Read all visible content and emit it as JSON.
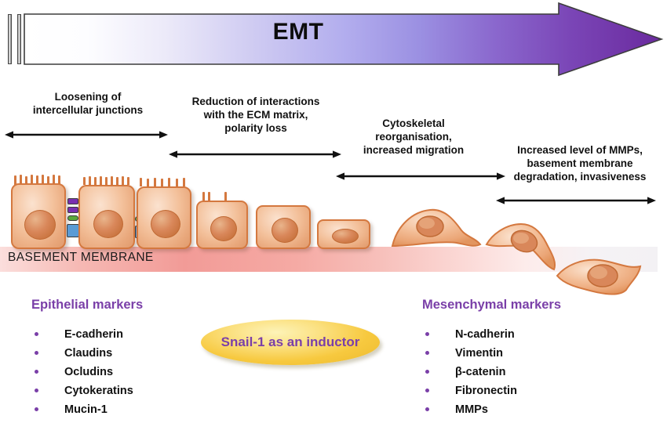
{
  "banner": {
    "label": "EMT",
    "gradient_start": "#ffffff",
    "gradient_mid": "#9b9ae8",
    "gradient_end": "#6f2fa0"
  },
  "stages": [
    {
      "id": "loosening",
      "caption": "Loosening of\nintercellular junctions",
      "arrow_label": "stage-span-arrow"
    },
    {
      "id": "ecm-reduction",
      "caption": "Reduction of interactions\nwith the ECM matrix,\npolarity loss",
      "arrow_label": "stage-span-arrow"
    },
    {
      "id": "cytoskeletal",
      "caption": "Cytoskeletal\nreorganisation,\nincreased migration",
      "arrow_label": "stage-span-arrow"
    },
    {
      "id": "mmp-invasion",
      "caption": "Increased level of MMPs,\nbasement membrane\ndegradation, invasiveness",
      "arrow_label": "stage-span-arrow"
    }
  ],
  "membrane": {
    "label": "BASEMENT MEMBRANE",
    "color": "#f29b97"
  },
  "epithelial": {
    "title": "Epithelial markers",
    "title_color": "#7a3fa8",
    "items": [
      "E-cadherin",
      "Claudins",
      "Ocludins",
      "Cytokeratins",
      "Mucin-1"
    ]
  },
  "mesenchymal": {
    "title": "Mesenchymal markers",
    "title_color": "#7a3fa8",
    "items": [
      "N-cadherin",
      "Vimentin",
      "β-catenin",
      "Fibronectin",
      "MMPs"
    ]
  },
  "inductor": {
    "label": "Snail-1 as an inductor",
    "text_color": "#7a3fa8",
    "fill_color": "#f7c93f"
  },
  "cells": {
    "body_color": "#f3c09a",
    "border_color": "#d4783f",
    "nucleus_color": "#d9875a",
    "junction_colors": [
      "#7a2fb0",
      "#7a2fb0",
      "#5aa83c",
      "#5b9bd5"
    ]
  }
}
